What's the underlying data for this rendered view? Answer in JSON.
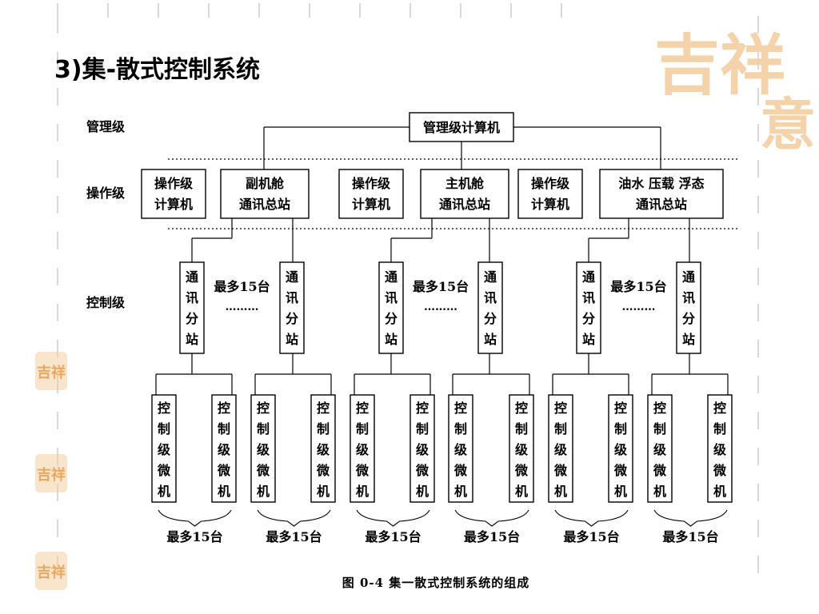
{
  "title": "3)集-散式控制系统",
  "caption": "图 0-4   集一散式控制系统的组成",
  "levels": {
    "management": "管理级",
    "operation": "操作级",
    "control": "控制级"
  },
  "top_box": "管理级计算机",
  "operation_pairs": [
    {
      "computer": [
        "操作级",
        "计算机"
      ],
      "station": [
        "副机舱",
        "通讯总站"
      ]
    },
    {
      "computer": [
        "操作级",
        "计算机"
      ],
      "station": [
        "主机舱",
        "通讯总站"
      ]
    },
    {
      "computer": [
        "操作级",
        "计算机"
      ],
      "station": [
        "油水 压载 浮态",
        "通讯总站"
      ]
    }
  ],
  "substation_label": "通讯分站",
  "substation_count_label": "最多15台",
  "ellipsis": "………",
  "micro_label": "控制级微机",
  "micro_count_label": "最多15台",
  "decor": {
    "seal_big": "吉祥意",
    "seal_small": "吉祥"
  },
  "colors": {
    "line": "#000000",
    "seal": "#f3cfa2"
  }
}
